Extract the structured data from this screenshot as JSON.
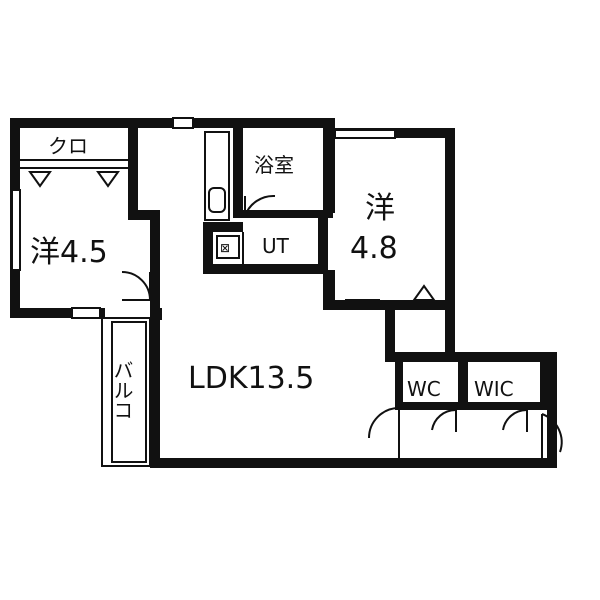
{
  "rooms": {
    "closet": "クロ",
    "western_left_kanji": "洋",
    "western_left_size": "4.5",
    "bath": "浴室",
    "utility": "UT",
    "western_right_kanji": "洋",
    "western_right_size": "4.8",
    "ldk": "LDK13.5",
    "balcony": "バルコ",
    "wc": "WC",
    "wic": "WIC"
  }
}
